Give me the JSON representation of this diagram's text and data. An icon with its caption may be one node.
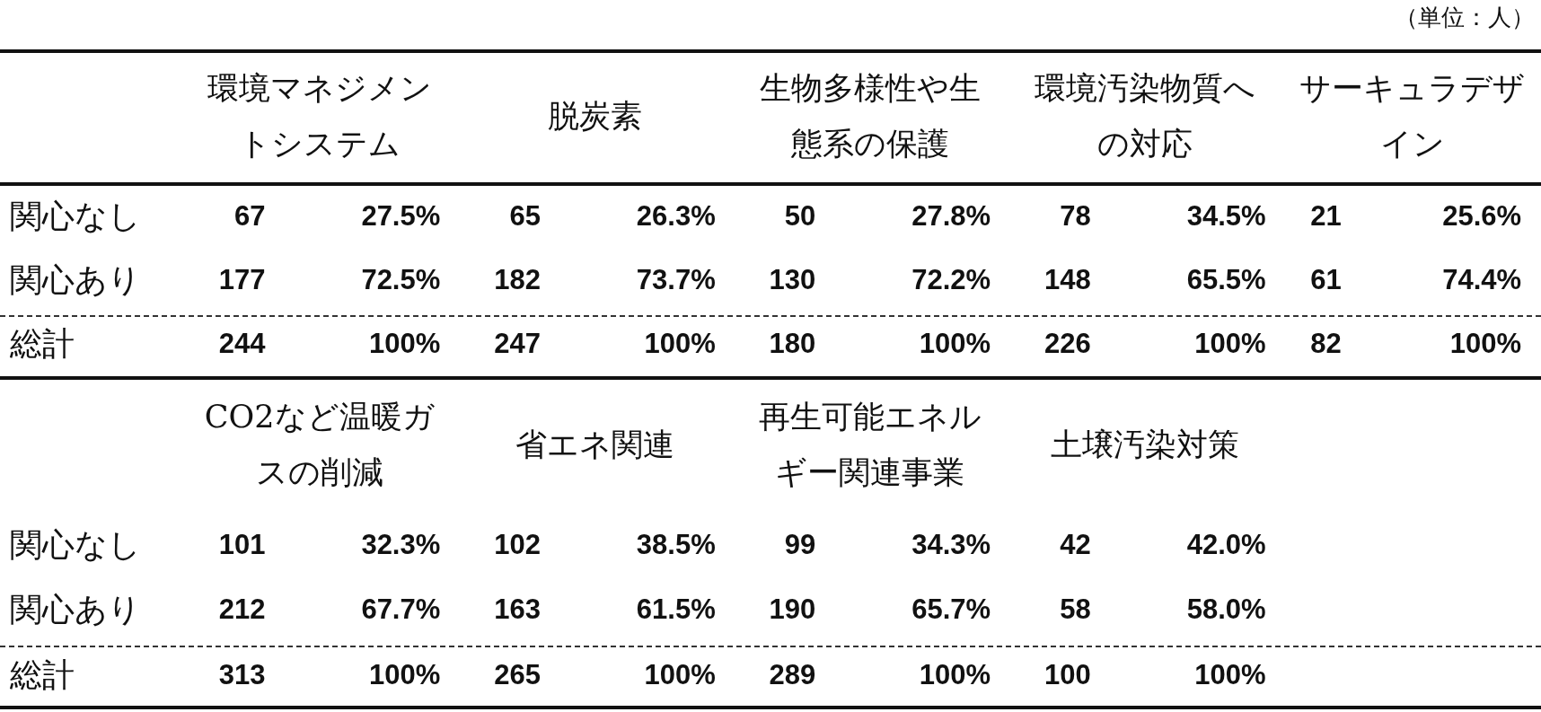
{
  "diagram": {
    "labels": [
      "（単位：人）",
      "環境マネジメントシステム",
      "脱炭素",
      "生物多様性や生態系の保護",
      "環境汚染物質への対応",
      "サーキュラデザイン",
      "関心なし",
      "67",
      "27.5%",
      "65",
      "26.3%",
      "50",
      "27.8%",
      "78",
      "34.5%",
      "21",
      "25.6%",
      "関心あり",
      "177",
      "72.5%",
      "182",
      "73.7%",
      "130",
      "72.2%",
      "148",
      "65.5%",
      "61",
      "74.4%",
      "総計",
      "244",
      "100%",
      "247",
      "100%",
      "180",
      "100%",
      "226",
      "100%",
      "82",
      "100%",
      "CO2など温暖ガスの削減",
      "省エネ関連",
      "再生可能エネルギー関連事業",
      "土壌汚染対策",
      "関心なし",
      "101",
      "32.3%",
      "102",
      "38.5%",
      "99",
      "34.3%",
      "42",
      "42.0%",
      "関心あり",
      "212",
      "67.7%",
      "163",
      "61.5%",
      "190",
      "65.7%",
      "58",
      "58.0%",
      "総計",
      "313",
      "100%",
      "265",
      "100%",
      "289",
      "100%",
      "100",
      "100%"
    ]
  }
}
